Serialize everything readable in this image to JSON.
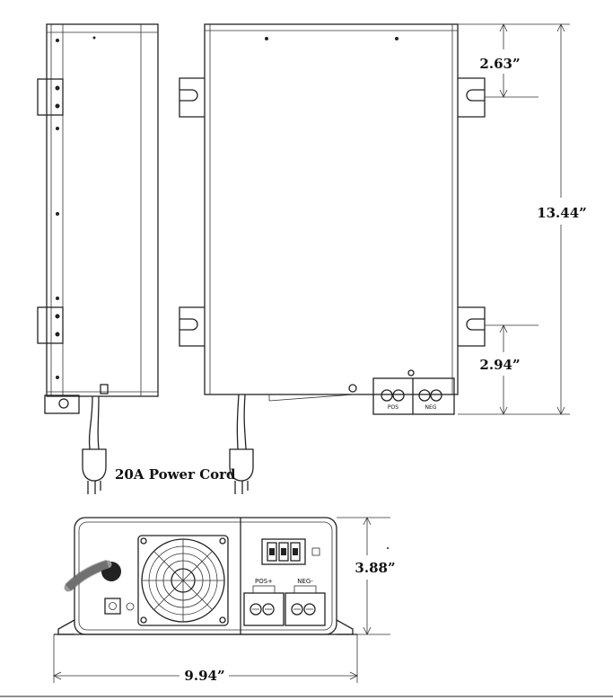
{
  "dimensions": {
    "top_to_upper_bracket": "2.63”",
    "total_height": "13.44”",
    "bottom_to_lower_bracket": "2.94”",
    "front_height": "3.88”",
    "front_width": "9.94”"
  },
  "labels": {
    "power_cord": "20A Power Cord",
    "pos_terminal": "POS+",
    "neg_terminal": "NEG-",
    "pos_small": "POS",
    "neg_small": "NEG"
  }
}
